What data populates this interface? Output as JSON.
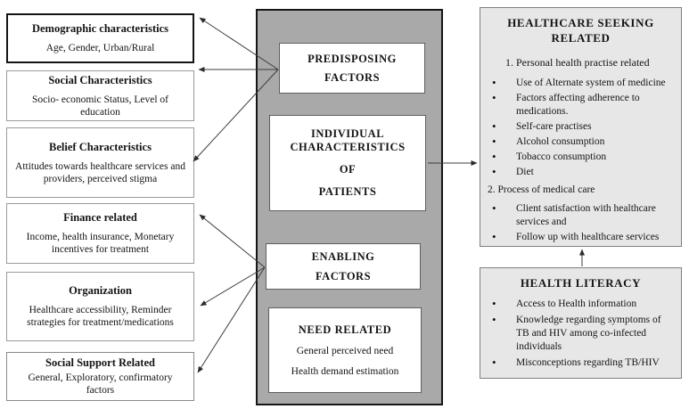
{
  "figure": {
    "left_boxes": [
      {
        "title": "Demographic characteristics",
        "body": "Age, Gender, Urban/Rural"
      },
      {
        "title": "Social Characteristics",
        "body": "Socio- economic Status, Level of education"
      },
      {
        "title": "Belief Characteristics",
        "body": "Attitudes towards healthcare services and providers, perceived stigma"
      },
      {
        "title": "Finance related",
        "body": "Income, health insurance, Monetary incentives for treatment"
      },
      {
        "title": "Organization",
        "body": "Healthcare accessibility, Reminder strategies for treatment/medications"
      },
      {
        "title": "Social Support Related",
        "body": "General, Exploratory, confirmatory factors"
      }
    ],
    "center": {
      "predisposing_line1": "PREDISPOSING",
      "predisposing_line2": "FACTORS",
      "individual_line1": "INDIVIDUAL",
      "individual_line2": "CHARACTERISTICS",
      "individual_line3": "OF",
      "individual_line4": "PATIENTS",
      "enabling_line1": "ENABLING",
      "enabling_line2": "FACTORS",
      "need_title": "NEED RELATED",
      "need_body1": "General perceived need",
      "need_body2": "Health demand estimation"
    },
    "healthcare": {
      "title_line1": "HEALTHCARE SEEKING",
      "title_line2": "RELATED",
      "section1_heading": "1. Personal health practise related",
      "section1_bullets": [
        "Use of Alternate system of medicine",
        "Factors affecting adherence to medications.",
        "Self-care practises",
        "Alcohol consumption",
        "Tobacco consumption",
        "Diet"
      ],
      "section2_heading": "2. Process of medical care",
      "section2_bullets": [
        "Client satisfaction with healthcare services and",
        "Follow up with healthcare services"
      ]
    },
    "literacy": {
      "title": "HEALTH LITERACY",
      "bullets": [
        "Access to Health information",
        "Knowledge regarding symptoms of TB and HIV among co-infected individuals",
        "Misconceptions regarding TB/HIV"
      ]
    },
    "colors": {
      "panel_fill": "#a9a9a9",
      "panel_border": "#161616",
      "right_box_fill": "#e7e7e7",
      "right_box_border": "#7f7f7f",
      "arrow": "#3c3c3c",
      "text": "#141414"
    }
  }
}
